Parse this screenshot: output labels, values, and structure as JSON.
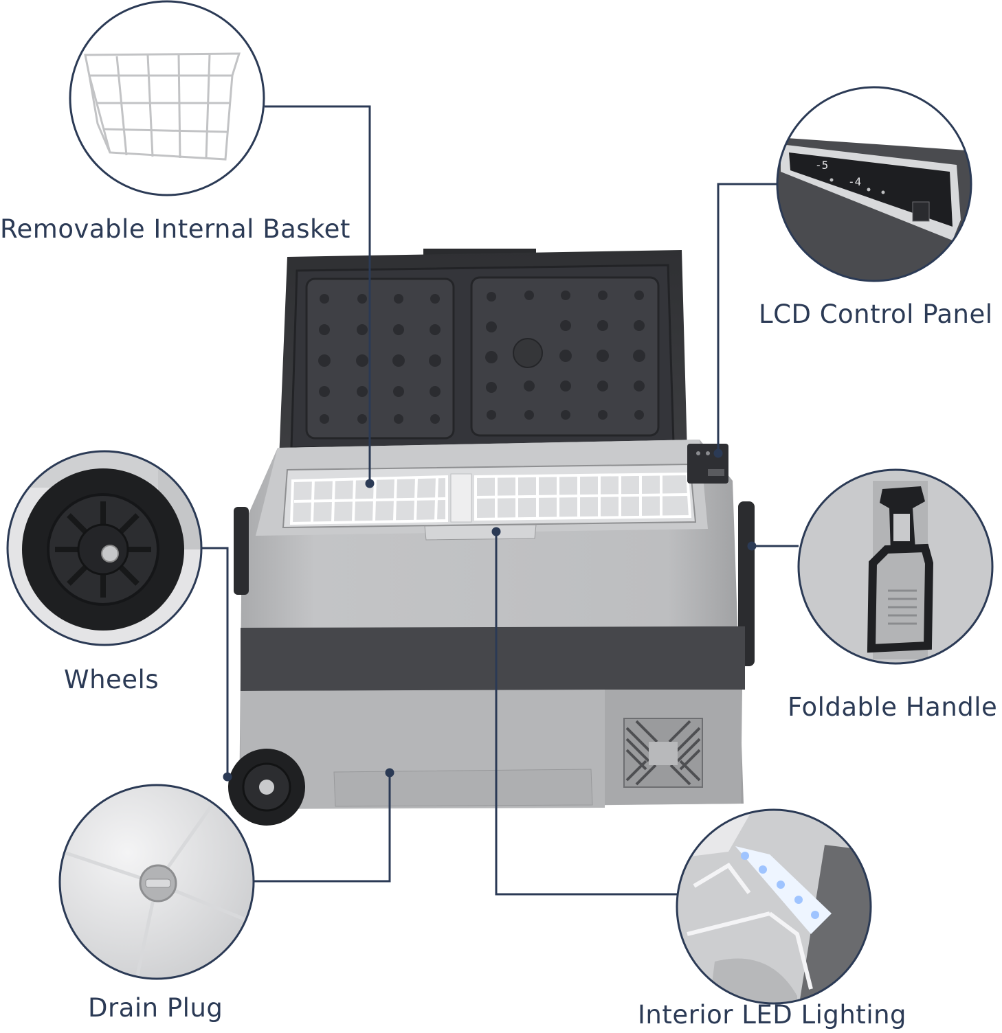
{
  "callouts": {
    "basket": "Removable Internal Basket",
    "lcd": "LCD Control Panel",
    "wheels": "Wheels",
    "handle": "Foldable Handle",
    "drain": "Drain Plug",
    "led": "Interior LED Lighting"
  },
  "lcd_display": {
    "temp_left": "-5",
    "temp_right": "-4"
  },
  "colors": {
    "leader_line": "#2b3a55",
    "label_text": "#2b3a55",
    "body_light": "#b9babc",
    "body_dark": "#4a4b4e",
    "lid": "#3a3b3e"
  },
  "icons": [
    "basket-icon",
    "lcd-panel-icon",
    "wheel-icon",
    "handle-icon",
    "drain-plug-icon",
    "led-light-icon",
    "vent-grille-icon"
  ]
}
